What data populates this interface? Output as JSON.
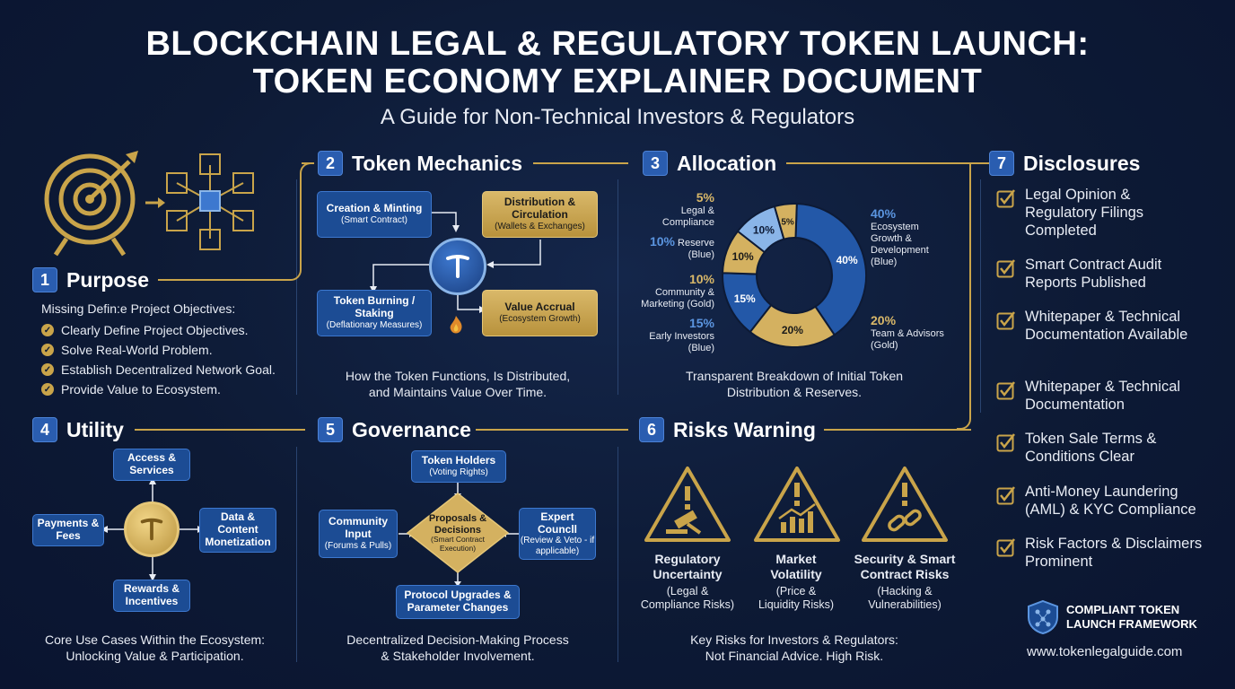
{
  "header": {
    "title_line1": "BLOCKCHAIN LEGAL & REGULATORY TOKEN LAUNCH:",
    "title_line2": "TOKEN ECONOMY EXPLAINER DOCUMENT",
    "subtitle": "A Guide for Non-Technical Investors & Regulators"
  },
  "colors": {
    "gold": "#c9a44a",
    "blue": "#2a5db0",
    "background": "#0d1a35"
  },
  "purpose": {
    "number": "1",
    "title": "Purpose",
    "intro": "Missing Defin:e Project Objectives:",
    "items": [
      "Clearly Define Project Objectives.",
      "Solve Real-World Problem.",
      "Establish Decentralized Network Goal.",
      "Provide Value to Ecosystem."
    ],
    "icons": [
      "target-icon",
      "network-cubes-icon"
    ]
  },
  "mechanics": {
    "number": "2",
    "title": "Token Mechanics",
    "creation_main": "Creation & Minting",
    "creation_sub": "(Smart Contract)",
    "distribution_main": "Distribution & Circulation",
    "distribution_sub": "(Wallets & Exchanges)",
    "burning_main": "Token Burning / Staking",
    "burning_sub": "(Deflationary Measures)",
    "value_main": "Value Accrual",
    "value_sub": "(Ecosystem Growth)",
    "caption_line1": "How the Token Functions, Is Distributed,",
    "caption_line2": "and Maintains Value Over Time."
  },
  "allocation": {
    "number": "3",
    "title": "Allocation",
    "caption_line1": "Transparent Breakdown of Initial Token",
    "caption_line2": "Distribution & Reserves.",
    "labels": {
      "legal_pct": "5%",
      "legal_name": "Legal &",
      "legal_name2": "Compliance",
      "reserve_pct": "10%",
      "reserve_name": "Reserve",
      "reserve_color": "(Blue)",
      "community_pct": "10%",
      "community_name": "Community &",
      "community_name2": "Marketing (Gold)",
      "early_pct": "15%",
      "early_name": "Early Investors",
      "early_color": "(Blue)",
      "eco_pct": "40%",
      "eco_name": "Ecosystem",
      "eco_name2": "Growth &",
      "eco_name3": "Development",
      "eco_color": "(Blue)",
      "team_pct": "20%",
      "team_name": "Team & Advisors",
      "team_color": "(Gold)"
    },
    "slice_labels": [
      "40%",
      "20%",
      "15%",
      "10%",
      "10%",
      "5%"
    ]
  },
  "chart_data": {
    "type": "pie",
    "categories": [
      "Ecosystem Growth & Development",
      "Team & Advisors",
      "Early Investors",
      "Community & Marketing",
      "Reserve",
      "Legal & Compliance"
    ],
    "values": [
      40,
      20,
      15,
      10,
      10,
      5
    ],
    "colors": [
      "#2358a8",
      "#d4b160",
      "#2358a8",
      "#d4b160",
      "#8ab5e8",
      "#d4b160"
    ]
  },
  "utility": {
    "number": "4",
    "title": "Utility",
    "access": "Access & Services",
    "payments": "Payments & Fees",
    "data": "Data & Content Monetization",
    "rewards": "Rewards & Incentives",
    "caption_line1": "Core Use Cases Within the Ecosystem:",
    "caption_line2": "Unlocking Value & Participation."
  },
  "governance": {
    "number": "5",
    "title": "Governance",
    "holders_main": "Token Holders",
    "holders_sub": "(Voting Rights)",
    "community_main": "Community Input",
    "community_sub": "(Forums & Pulls)",
    "proposals_main": "Proposals & Decisions",
    "proposals_sub": "(Smart Contract Execution)",
    "expert_main": "Expert Councll",
    "expert_sub": "(Review & Veto - if applicable)",
    "upgrades": "Protocol Upgrades & Parameter Changes",
    "caption_line1": "Decentralized Decision-Making Process",
    "caption_line2": "& Stakeholder Involvement."
  },
  "risks": {
    "number": "6",
    "title": "Risks Warning",
    "items": [
      {
        "title1": "Regulatory",
        "title2": "Uncertainty",
        "sub1": "(Legal &",
        "sub2": "Compliance Risks)"
      },
      {
        "title1": "Market",
        "title2": "Volatility",
        "sub1": "(Price &",
        "sub2": "Liquidity Risks)"
      },
      {
        "title1": "Security & Smart",
        "title2": "Contract Risks",
        "sub1": "(Hacking &",
        "sub2": "Vulnerabilities)"
      }
    ],
    "caption_line1": "Key Risks for Investors & Regulators:",
    "caption_line2": "Not Financial Advice. High Risk."
  },
  "disclosures": {
    "number": "7",
    "title": "Disclosures",
    "items": [
      "Legal Opinion & Regulatory Filings Completed",
      "Smart Contract Audit Reports Published",
      "Whitepaper & Technical Documentation Available",
      "Whitepaper & Technical Documentation",
      "Token Sale Terms & Conditions Clear",
      "Anti-Money Laundering (AML) & KYC Compliance",
      "Risk Factors & Disclaimers Prominent"
    ]
  },
  "footer": {
    "brand_line1": "COMPLIANT TOKEN",
    "brand_line2": "LAUNCH FRAMEWORK",
    "url": "www.tokenlegalguide.com"
  }
}
